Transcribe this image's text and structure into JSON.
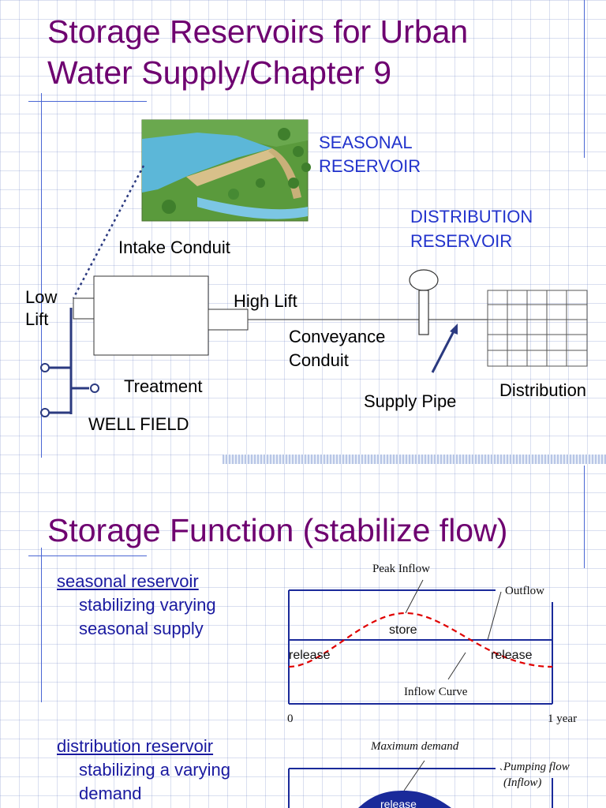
{
  "slide1": {
    "title_line1": "Storage Reservoirs for Urban",
    "title_line2": "Water Supply/Chapter 9",
    "labels": {
      "seasonal_line1": "SEASONAL",
      "seasonal_line2": "RESERVOIR",
      "distribution_res_line1": "DISTRIBUTION",
      "distribution_res_line2": "RESERVOIR",
      "intake_conduit": "Intake Conduit",
      "low_line1": "Low",
      "low_line2": "Lift",
      "high_lift": "High Lift",
      "conveyance_line1": "Conveyance",
      "conveyance_line2": "Conduit",
      "treatment": "Treatment",
      "well_field": "WELL FIELD",
      "supply_pipe": "Supply Pipe",
      "distribution": "Distribution"
    }
  },
  "slide2": {
    "title": "Storage Function (stabilize flow)",
    "bullets": [
      {
        "head": "seasonal reservoir",
        "line1": "stabilizing varying",
        "line2": "seasonal supply"
      },
      {
        "head": "distribution reservoir",
        "line1": "stabilizing a varying",
        "line2": "demand"
      }
    ],
    "chart1": {
      "peak_inflow": "Peak Inflow",
      "outflow": "Outflow",
      "store": "store",
      "release_left": "release",
      "release_right": "release",
      "inflow_curve": "Inflow Curve",
      "x_start": "0",
      "x_end": "1 year"
    },
    "chart2": {
      "maximum_demand": "Maximum demand",
      "pumping_flow_line1": "Pumping flow",
      "pumping_flow_line2": "(Inflow)",
      "release": "release"
    }
  },
  "colors": {
    "title": "#6e0070",
    "bullet_text": "#1a1aa0",
    "reservoir_label": "#2233cc",
    "diagram_line": "#2b3a80",
    "inflow_curve": "#e00000",
    "outflow_line": "#1a2a9a"
  }
}
